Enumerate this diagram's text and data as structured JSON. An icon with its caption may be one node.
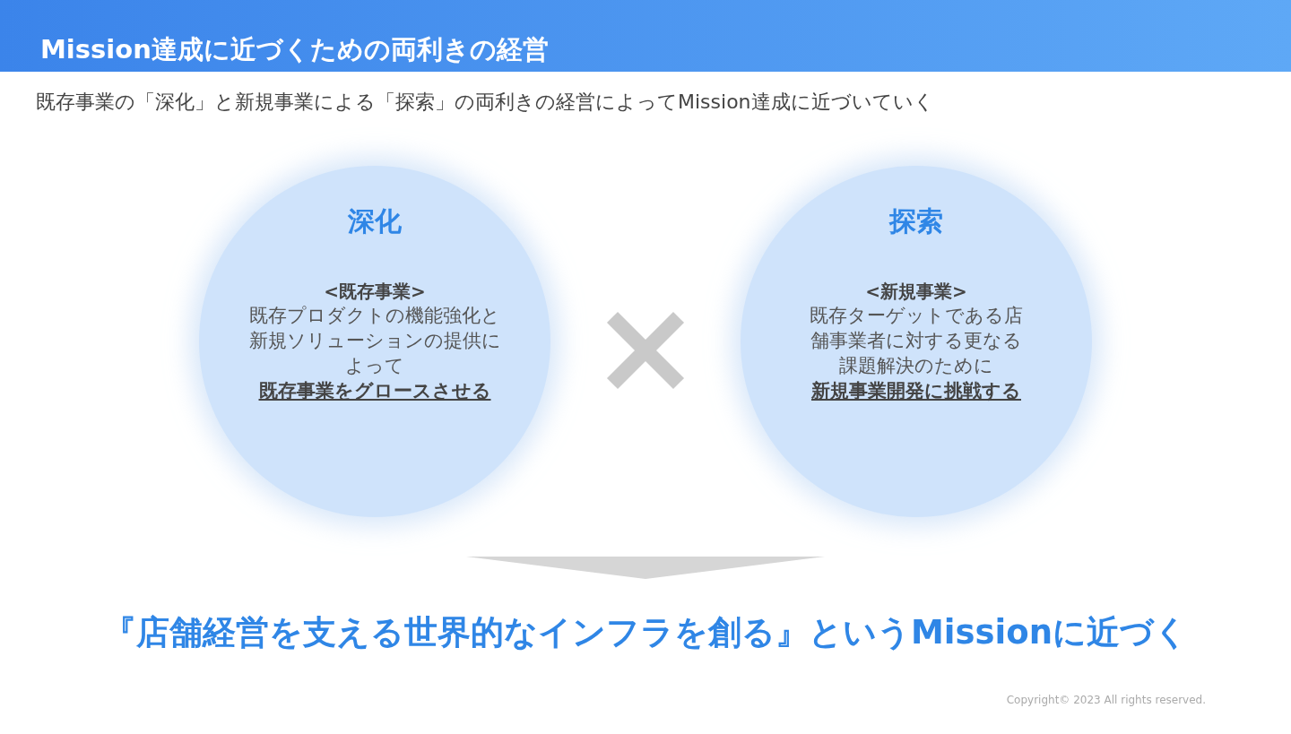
{
  "diagram": {
    "title": "Mission達成に近づくための両利きの経営",
    "nodes": [
      {
        "text": [
          "深化",
          "<既存事業>",
          "既存プロダクトの機能強化と新規ソリューションの提供によって**既存事業をグロースさせる**"
        ]
      },
      {
        "text": [
          "探索",
          "<新規事業>",
          "既存ターゲットである店舗事業者に対する更なる課題解決のために**新規事業開発に挑戦する**"
        ]
      }
    ],
    "labels": [
      "既存事業の「深化」と新規事業による「探索」の両利きの経営によってMission達成に近づいていく",
      "『店舗経営を支える世界的なインフラを創る』というMissionに近づく",
      "Copyright© 2023 All rights reserved."
    ]
  }
}
